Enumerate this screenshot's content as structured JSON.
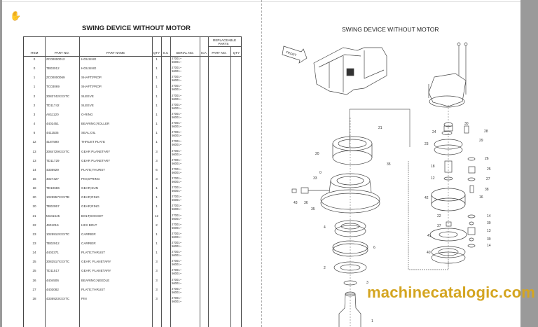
{
  "left_page": {
    "title": "SWING DEVICE WITHOUT MOTOR",
    "table": {
      "headers": {
        "item": "ITEM",
        "part_no": "PART NO.",
        "part_name": "PART NAME",
        "qty": "QTY",
        "sc": "S.C",
        "serial_no": "SERIAL NO.",
        "ica": "ICA",
        "replaceable_parts": "REPLACEABLE PARTS",
        "rp_part_no": "PART NO.",
        "rp_qty": "QTY"
      },
      "rows": [
        {
          "item": "0",
          "part_no": "ZC00000012",
          "name": "HOUSING",
          "qty": "1",
          "serial": [
            "27001~",
            "56001~"
          ]
        },
        {
          "item": "0",
          "part_no": "TB03012",
          "name": "HOUSING",
          "qty": "1",
          "serial": [
            "27001~",
            "56001~"
          ]
        },
        {
          "item": "1",
          "part_no": "ZC00000069",
          "name": "SHAFT;PROP.",
          "qty": "1",
          "serial": [
            "27001~",
            "56001~"
          ]
        },
        {
          "item": "1",
          "part_no": "TC03069",
          "name": "SHAFT;PROP.",
          "qty": "1",
          "serial": [
            "27001~",
            "56001~"
          ]
        },
        {
          "item": "2",
          "part_no": "3083742XXXTC",
          "name": "SLEEVE",
          "qty": "1",
          "serial": [
            "27001~",
            "56001~"
          ]
        },
        {
          "item": "2",
          "part_no": "TD11742",
          "name": "SLEEVE",
          "qty": "1",
          "serial": [
            "27001~",
            "56001~"
          ]
        },
        {
          "item": "3",
          "part_no": "A811120",
          "name": "O-RING",
          "qty": "1",
          "serial": [
            "27001~",
            "56001~"
          ]
        },
        {
          "item": "4",
          "part_no": "4402451",
          "name": "BEARING;ROLLER",
          "qty": "1",
          "serial": [
            "27001~",
            "56001~"
          ]
        },
        {
          "item": "6",
          "part_no": "4411535",
          "name": "SEAL;OIL",
          "qty": "1",
          "serial": [
            "27001~",
            "56001~"
          ]
        },
        {
          "item": "12",
          "part_no": "4187590",
          "name": "THRUST PLATE",
          "qty": "1",
          "serial": [
            "27001~",
            "56001~"
          ]
        },
        {
          "item": "13",
          "part_no": "3084729XXXTC",
          "name": "GEAR PLANETARY",
          "qty": "3",
          "serial": [
            "27001~",
            "56001~"
          ]
        },
        {
          "item": "13",
          "part_no": "TD11729",
          "name": "GEAR PLANETARY",
          "qty": "3",
          "serial": [
            "27001~",
            "56001~"
          ]
        },
        {
          "item": "14",
          "part_no": "4336929",
          "name": "PLATE;THURST",
          "qty": "6",
          "serial": [
            "27001~",
            "56001~"
          ]
        },
        {
          "item": "16",
          "part_no": "4027427",
          "name": "PIN;SPRING",
          "qty": "3",
          "serial": [
            "27001~",
            "56001~"
          ]
        },
        {
          "item": "18",
          "part_no": "TD10686",
          "name": "GEAR;SUN",
          "qty": "1",
          "serial": [
            "27001~",
            "56001~"
          ]
        },
        {
          "item": "20",
          "part_no": "1025957XXXTB",
          "name": "GEAR;RING",
          "qty": "1",
          "serial": [
            "27001~",
            "56001~"
          ]
        },
        {
          "item": "20",
          "part_no": "TB02957",
          "name": "GEAR;RING",
          "qty": "1",
          "serial": [
            "27001~",
            "56001~"
          ]
        },
        {
          "item": "21",
          "part_no": "M341645",
          "name": "BOLT;SOCKET",
          "qty": "12",
          "serial": [
            "27001~",
            "56001~"
          ]
        },
        {
          "item": "22",
          "part_no": "J901016",
          "name": "HEX BOLT",
          "qty": "2",
          "serial": [
            "27001~",
            "56001~"
          ]
        },
        {
          "item": "23",
          "part_no": "1025912XXXTC",
          "name": "CARRIER",
          "qty": "1",
          "serial": [
            "27001~",
            "56001~"
          ]
        },
        {
          "item": "23",
          "part_no": "TB02912",
          "name": "CARRIER",
          "qty": "1",
          "serial": [
            "27001~",
            "56001~"
          ]
        },
        {
          "item": "24",
          "part_no": "4403371",
          "name": "PLATE;THRUST",
          "qty": "1",
          "serial": [
            "27001~",
            "56001~"
          ]
        },
        {
          "item": "25",
          "part_no": "3082517XXXTC",
          "name": "GEAR; PLANETARY",
          "qty": "3",
          "serial": [
            "27001~",
            "56001~"
          ]
        },
        {
          "item": "25",
          "part_no": "TD11517",
          "name": "GEAR; PLANETARY",
          "qty": "3",
          "serial": [
            "27001~",
            "56001~"
          ]
        },
        {
          "item": "26",
          "part_no": "4404506",
          "name": "BEARING;NEEDLE",
          "qty": "3",
          "serial": [
            "27001~",
            "56001~"
          ]
        },
        {
          "item": "27",
          "part_no": "4403082",
          "name": "PLATE;THRUST",
          "qty": "3",
          "serial": [
            "27001~",
            "56001~"
          ]
        },
        {
          "item": "28",
          "part_no": "4336923XXXTC",
          "name": "PIN",
          "qty": "3",
          "serial": [
            "27001~",
            "56001~"
          ]
        }
      ]
    }
  },
  "right_page": {
    "title": "SWING DEVICE WITHOUT MOTOR",
    "front_arrow_label": "FRONT",
    "callouts": [
      "21",
      "20",
      "35",
      "0",
      "33",
      "43",
      "36",
      "35",
      "4",
      "6",
      "2",
      "3",
      "1",
      "30",
      "24",
      "28",
      "23",
      "29",
      "26",
      "18",
      "25",
      "12",
      "27",
      "38",
      "42",
      "16",
      "14",
      "22",
      "39",
      "37",
      "13",
      "41",
      "39",
      "14",
      "40"
    ]
  },
  "watermark": "machinecatalogic.com",
  "icons": {
    "cursor": "hand-cursor-icon"
  },
  "colors": {
    "watermark": "#d4a521",
    "side_bars": "#9a9a9a"
  }
}
